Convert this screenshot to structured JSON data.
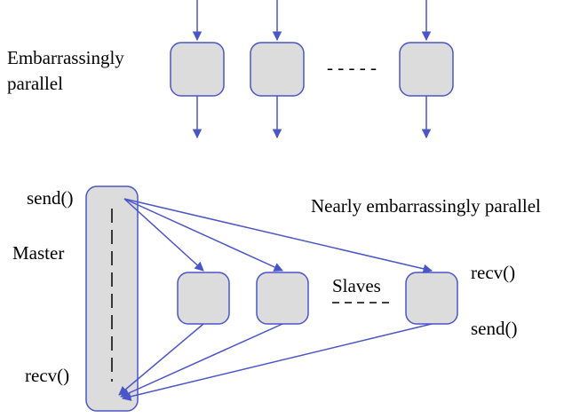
{
  "top_section": {
    "label_line1": "Embarrassingly",
    "label_line2": "parallel",
    "ellipsis": "- - - - -",
    "task_count": 3
  },
  "bottom_section": {
    "title": "Nearly embarrassingly parallel",
    "master_label": "Master",
    "master_send": "send()",
    "master_recv": "recv()",
    "slaves_label": "Slaves",
    "slave_recv": "recv()",
    "slave_send": "send()",
    "slave_count": 3
  },
  "colors": {
    "box_fill": "#dcdcdc",
    "line": "#4a55c8",
    "text": "#000000"
  }
}
